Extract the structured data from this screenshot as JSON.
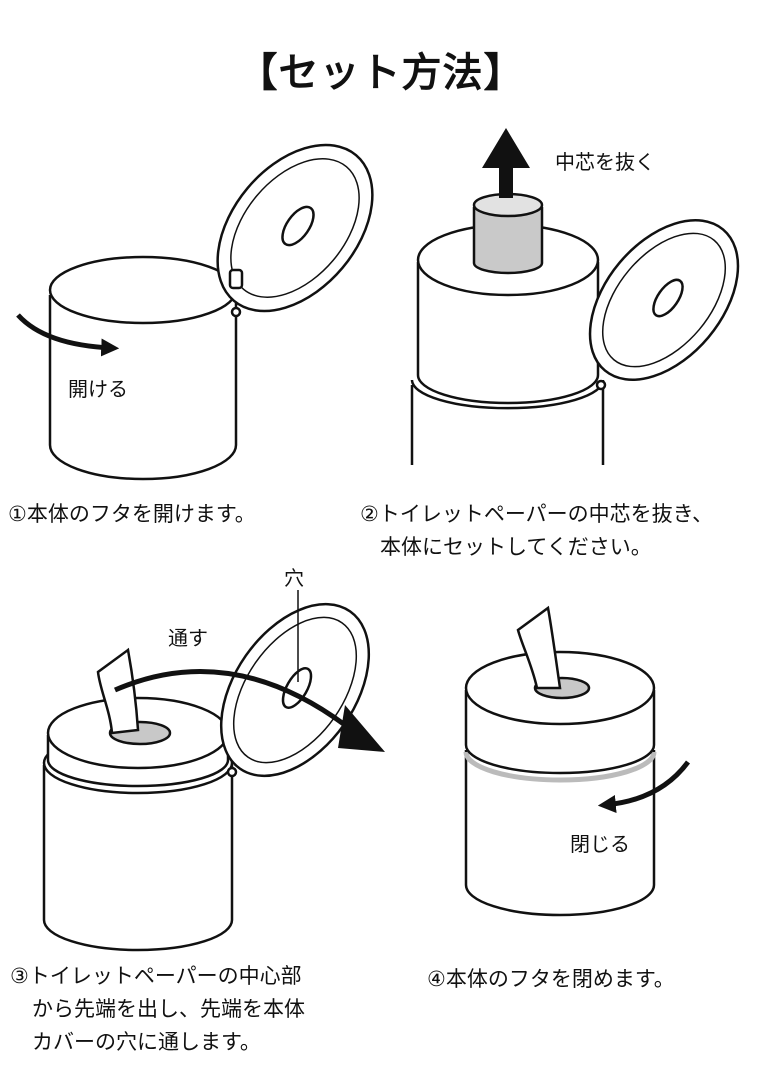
{
  "title": "【セット方法】",
  "steps": [
    {
      "caption": "①本体のフタを開けます。",
      "label": "開ける"
    },
    {
      "caption_lines": [
        "②トイレットペーパーの中芯を抜き、",
        "本体にセットしてください。"
      ],
      "label": "中芯を抜く"
    },
    {
      "caption_lines": [
        "③トイレットペーパーの中心部",
        "から先端を出し、先端を本体",
        "カバーの穴に通します。"
      ],
      "label": "通す",
      "hole_label": "穴"
    },
    {
      "caption": "④本体のフタを閉めます。",
      "label": "閉じる"
    }
  ]
}
